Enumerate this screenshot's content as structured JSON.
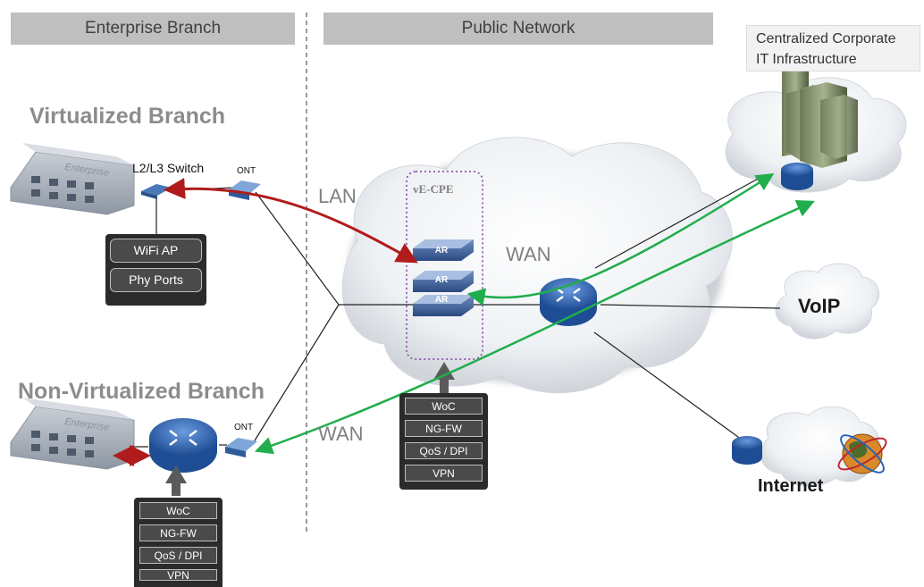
{
  "headers": {
    "enterprise_branch": "Enterprise Branch",
    "public_network": "Public Network"
  },
  "central": {
    "line1": "Centralized Corporate",
    "line2": "IT Infrastructure"
  },
  "virtualized_branch": {
    "title": "Virtualized Branch",
    "switch_label": "L2/L3 Switch",
    "ont_label": "ONT",
    "building_text": "Enterprise",
    "panel": [
      "WiFi AP",
      "Phy Ports"
    ]
  },
  "non_virtualized_branch": {
    "title": "Non-Virtualized Branch",
    "ont_label": "ONT",
    "building_text": "Enterprise",
    "panel": [
      "WoC",
      "NG-FW",
      "QoS / DPI",
      "VPN"
    ]
  },
  "cloud": {
    "lan_label": "LAN",
    "wan_label_cloud": "WAN",
    "wan_label_lower": "WAN",
    "vecpe_label": "vE-CPE",
    "ar_labels": [
      "AR",
      "AR",
      "AR"
    ],
    "panel": [
      "WoC",
      "NG-FW",
      "QoS / DPI",
      "VPN"
    ]
  },
  "services": {
    "voip": "VoIP",
    "internet": "Internet"
  },
  "colors": {
    "lan_arrow": "#b01c1c",
    "wan_arrow": "#1fae4b",
    "header_bg": "#bfbfbf",
    "panel_bg": "#2b2b2b"
  }
}
